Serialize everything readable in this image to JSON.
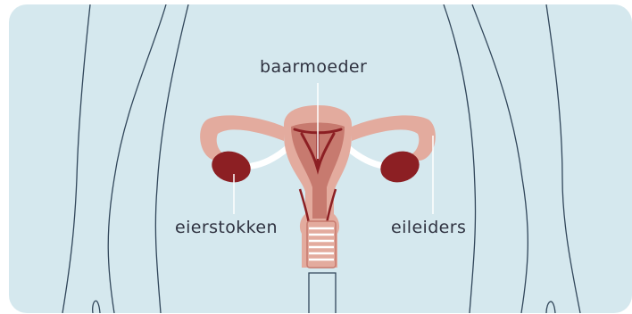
{
  "labels": {
    "uterus": "baarmoeder",
    "ovaries": "eierstokken",
    "fallopian_tubes": "eileiders"
  },
  "colors": {
    "background": "#d5e8ee",
    "outline": "#31465a",
    "uterus_body": "#d89b8d",
    "uterus_dark": "#8c1f23",
    "uterus_inner": "#c77a6f",
    "pointer_line": "#ffffff"
  }
}
